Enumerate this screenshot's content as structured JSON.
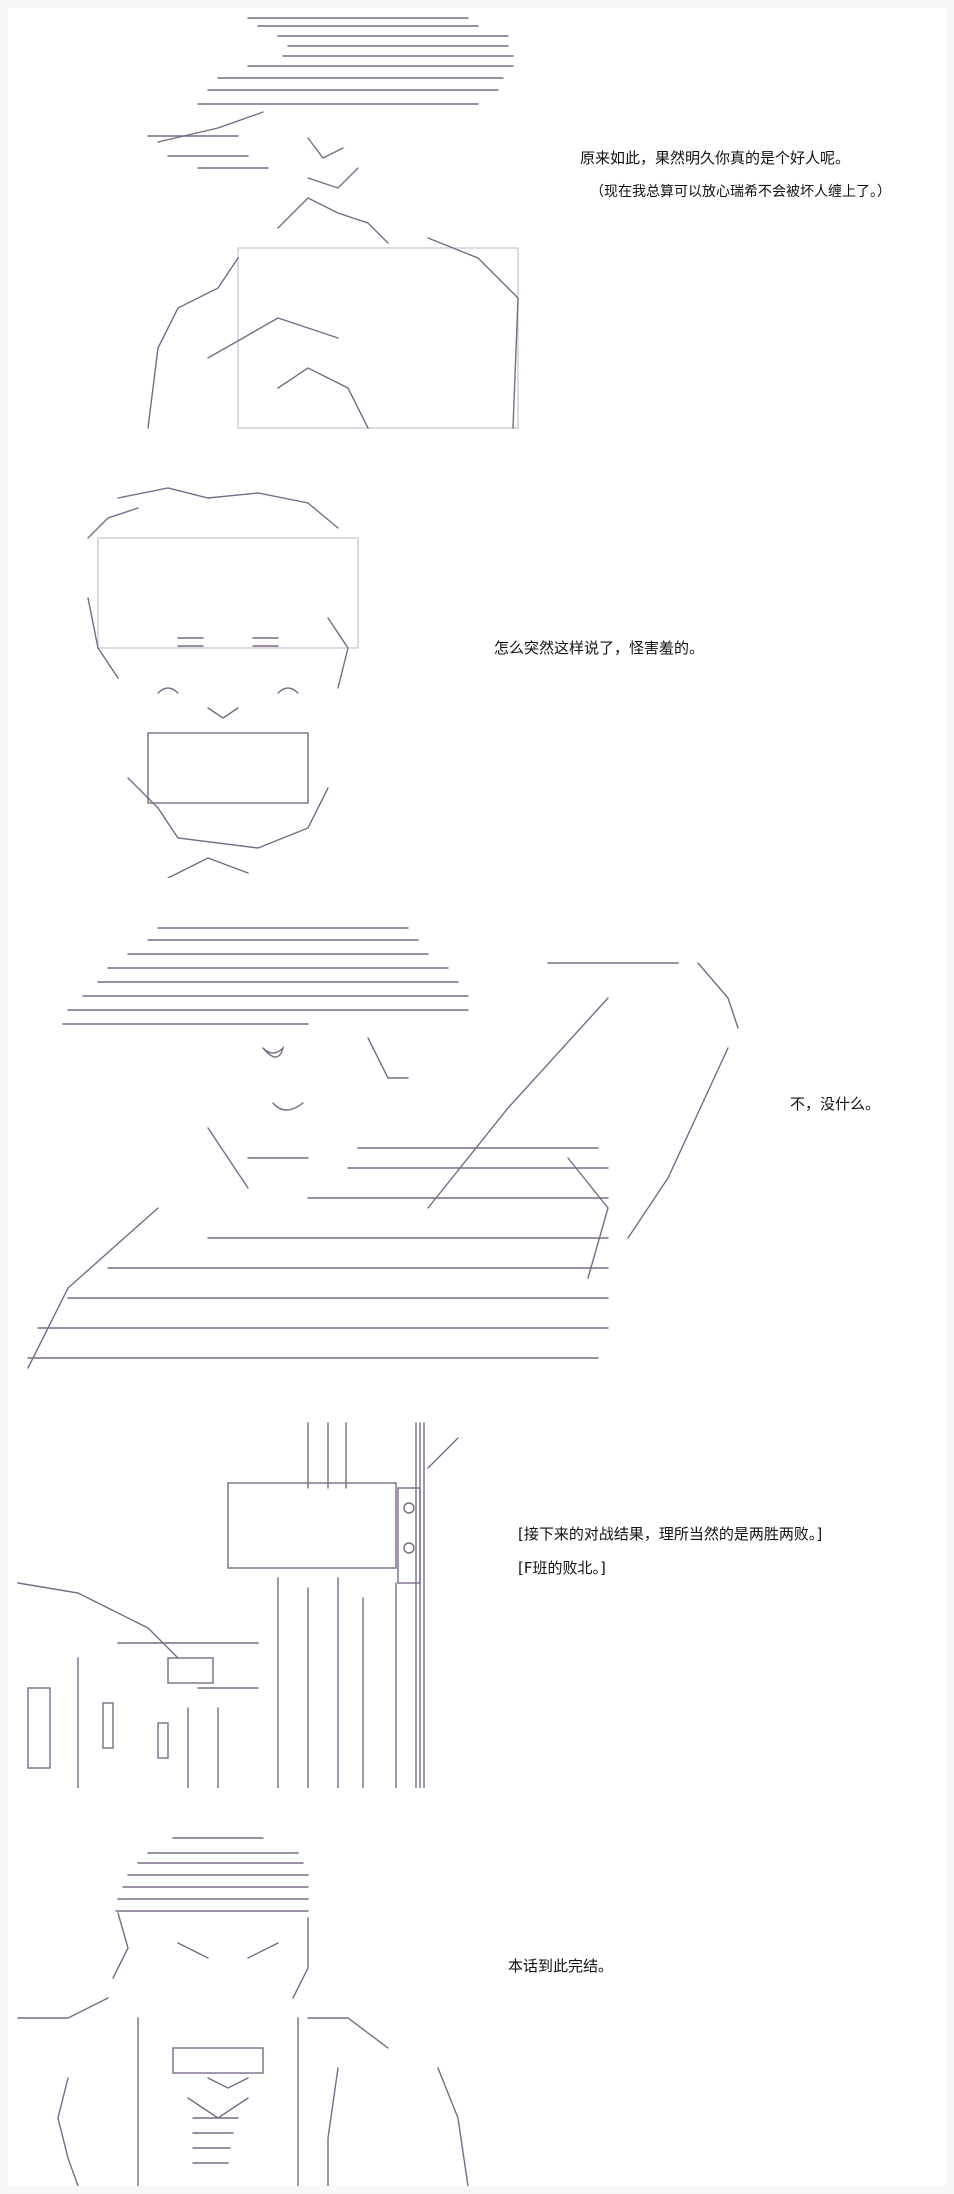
{
  "panels": [
    {
      "id": "panel-1",
      "lines": [
        "原来如此，果然明久你真的是个好人呢。",
        "（现在我总算可以放心瑞希不会被坏人缠上了。）"
      ]
    },
    {
      "id": "panel-2",
      "lines": [
        "怎么突然这样说了，怪害羞的。"
      ]
    },
    {
      "id": "panel-3",
      "lines": [
        "不，没什么。"
      ]
    },
    {
      "id": "panel-4",
      "lines": [
        "[接下来的对战结果，理所当然的是两胜两败。]",
        "[F班的败北。]"
      ]
    },
    {
      "id": "panel-5",
      "lines": [
        "本话到此完结。"
      ]
    }
  ],
  "colors": {
    "art_stroke": "#7a6a88",
    "hatch": "#b9aec4",
    "background": "#f7f7f8"
  }
}
